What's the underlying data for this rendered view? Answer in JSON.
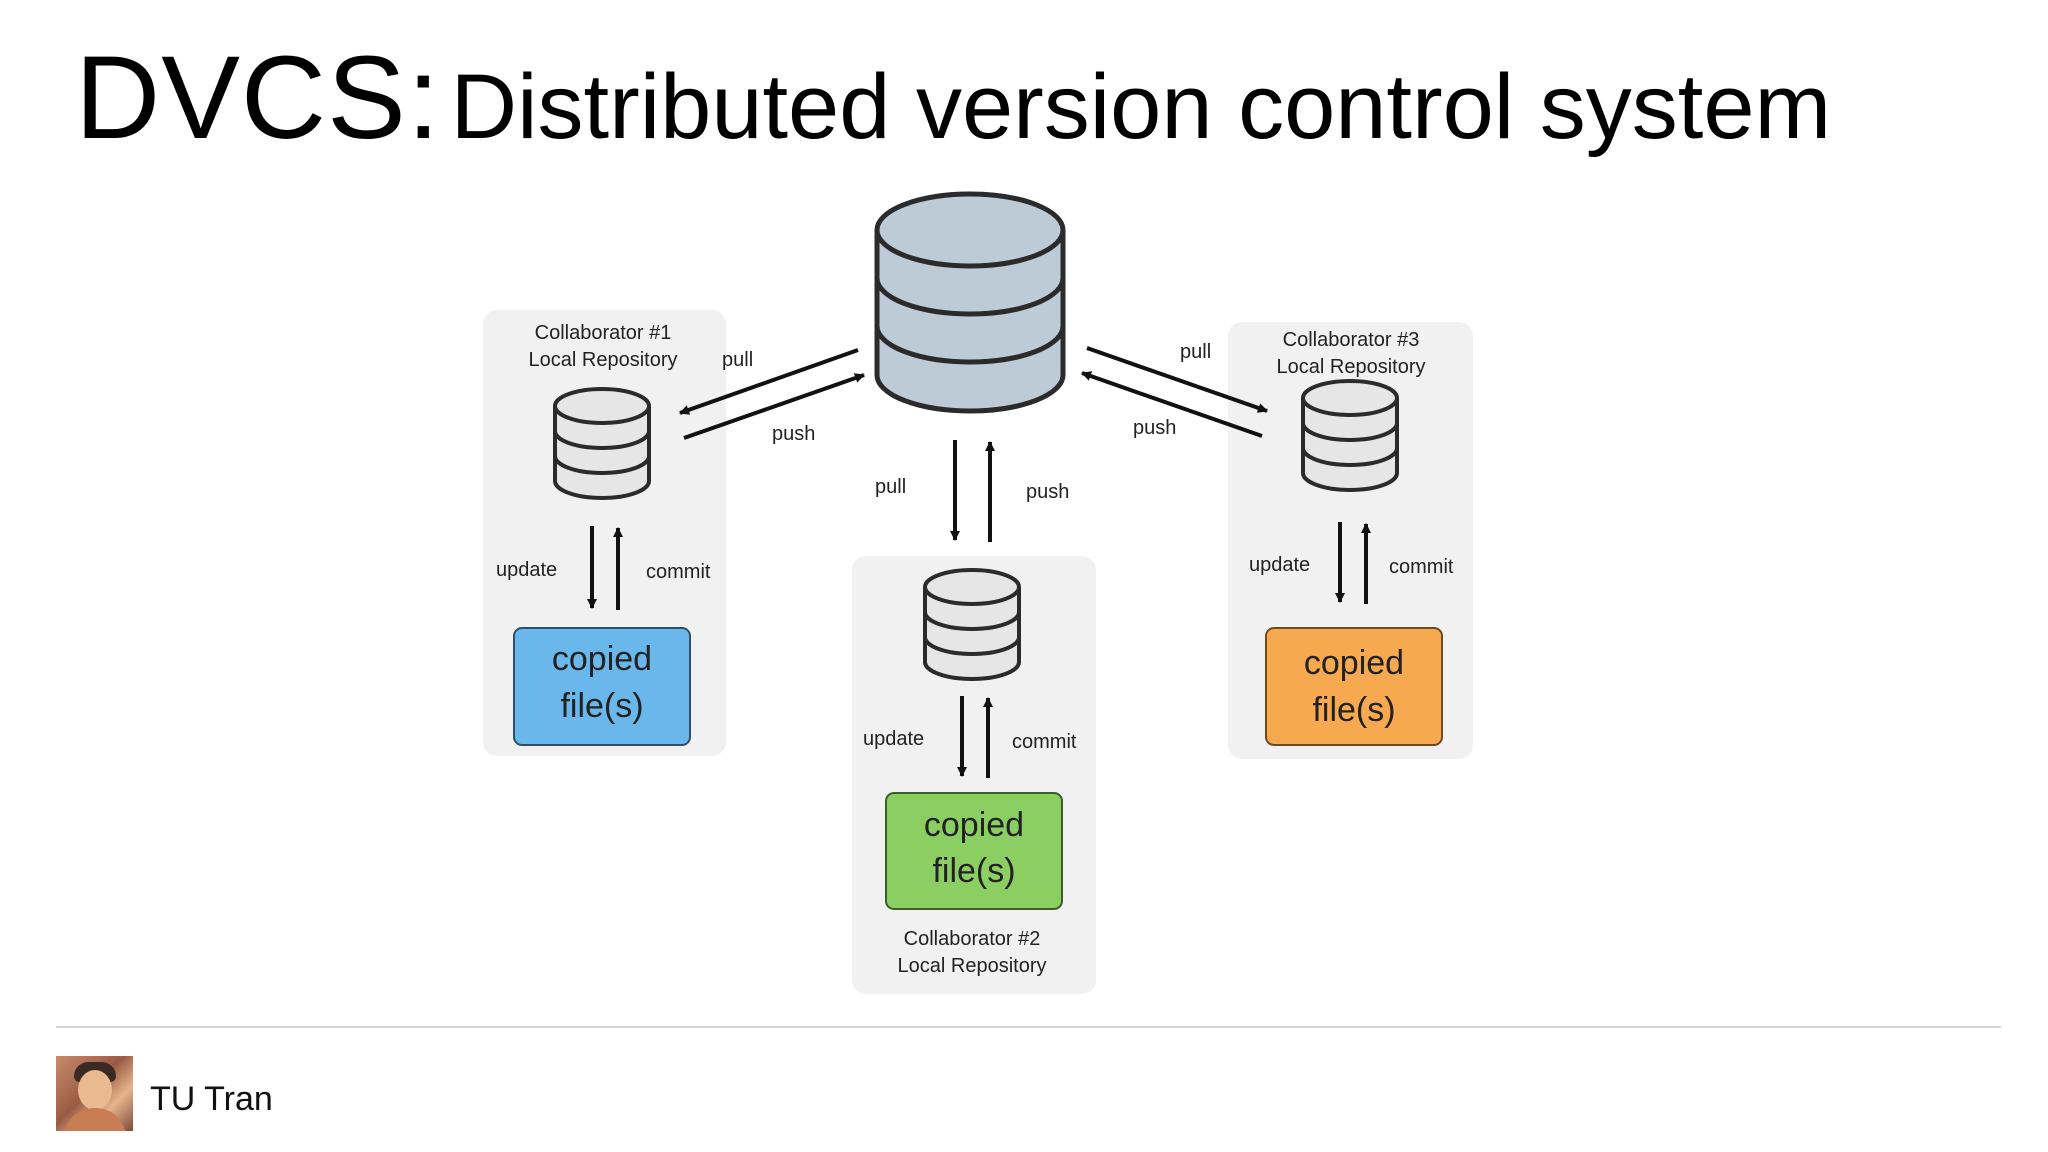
{
  "slide": {
    "title_main": "DVCS:",
    "title_sub": "Distributed version control system",
    "author": "TU Tran"
  },
  "diagram": {
    "collab1": {
      "name": "Collaborator #1",
      "repo": "Local Repository",
      "files_line1": "copied",
      "files_line2": "file(s)",
      "color": "#6ab7ec"
    },
    "collab2": {
      "name": "Collaborator #2",
      "repo": "Local Repository",
      "files_line1": "copied",
      "files_line2": "file(s)",
      "color": "#8bcf63"
    },
    "collab3": {
      "name": "Collaborator #3",
      "repo": "Local Repository",
      "files_line1": "copied",
      "files_line2": "file(s)",
      "color": "#f6a94f"
    },
    "labels": {
      "pull": "pull",
      "push": "push",
      "update": "update",
      "commit": "commit"
    },
    "central_repo_color": "#bccbd6",
    "local_repo_color": "#e6e6e6",
    "panel_color": "#f1f1f1"
  }
}
